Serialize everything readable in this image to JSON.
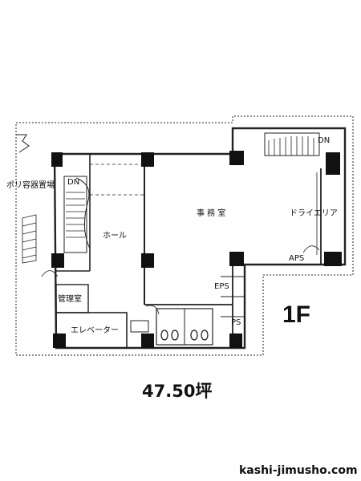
{
  "plan": {
    "floor_label": "1F",
    "area": "47.50坪",
    "site": "kashi-jimusho.com",
    "rooms": {
      "office": "事 務 室",
      "hall": "ホール",
      "dry_area": "ドライエリア",
      "elevator": "エレベーター",
      "management": "管理室",
      "poly_storage": "ポリ容器置場",
      "dn_left": "DN",
      "dn_right": "DN",
      "aps": "APS",
      "eps": "EPS",
      "ps": "PS"
    }
  }
}
